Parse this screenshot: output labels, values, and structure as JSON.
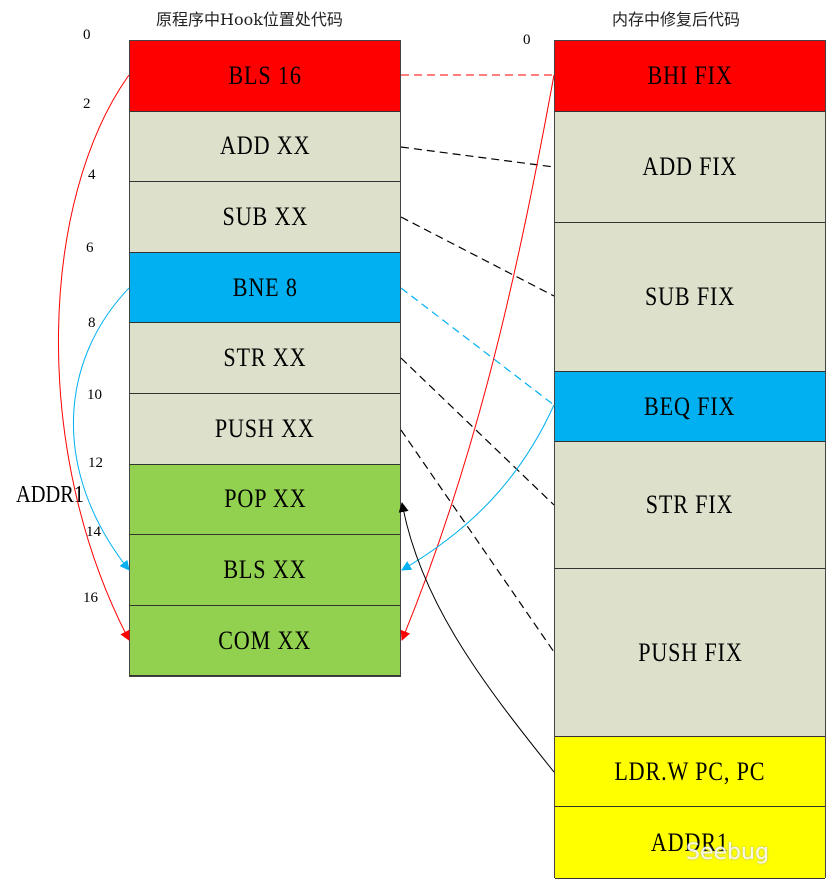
{
  "left": {
    "title": "原程序中Hook位置处代码",
    "blocks": [
      {
        "label": "BLS 16",
        "color": "#FF0000"
      },
      {
        "label": "ADD XX",
        "color": "#DDE0CB"
      },
      {
        "label": "SUB XX",
        "color": "#DDE0CB"
      },
      {
        "label": "BNE 8",
        "color": "#00B0F0"
      },
      {
        "label": "STR XX",
        "color": "#DDE0CB"
      },
      {
        "label": "PUSH XX",
        "color": "#DDE0CB"
      },
      {
        "label": "POP XX",
        "color": "#92D050"
      },
      {
        "label": "BLS XX",
        "color": "#92D050"
      },
      {
        "label": "COM XX",
        "color": "#92D050"
      }
    ],
    "offsets": [
      "0",
      "2",
      "4",
      "6",
      "8",
      "10",
      "12",
      "14",
      "16"
    ],
    "addr_label": "ADDR1"
  },
  "right": {
    "title": "内存中修复后代码",
    "offset0": "0",
    "blocks": [
      {
        "label": "BHI FIX",
        "color": "#FF0000"
      },
      {
        "label": "ADD FIX",
        "color": "#DDE0CB"
      },
      {
        "label": "SUB FIX",
        "color": "#DDE0CB"
      },
      {
        "label": "BEQ FIX",
        "color": "#00B0F0"
      },
      {
        "label": "STR FIX",
        "color": "#DDE0CB"
      },
      {
        "label": "PUSH FIX",
        "color": "#DDE0CB"
      },
      {
        "label": "LDR.W PC, PC",
        "color": "#FFFF00"
      },
      {
        "label": "ADDR1",
        "color": "#FFFF00"
      }
    ]
  },
  "watermark": "Seebug"
}
